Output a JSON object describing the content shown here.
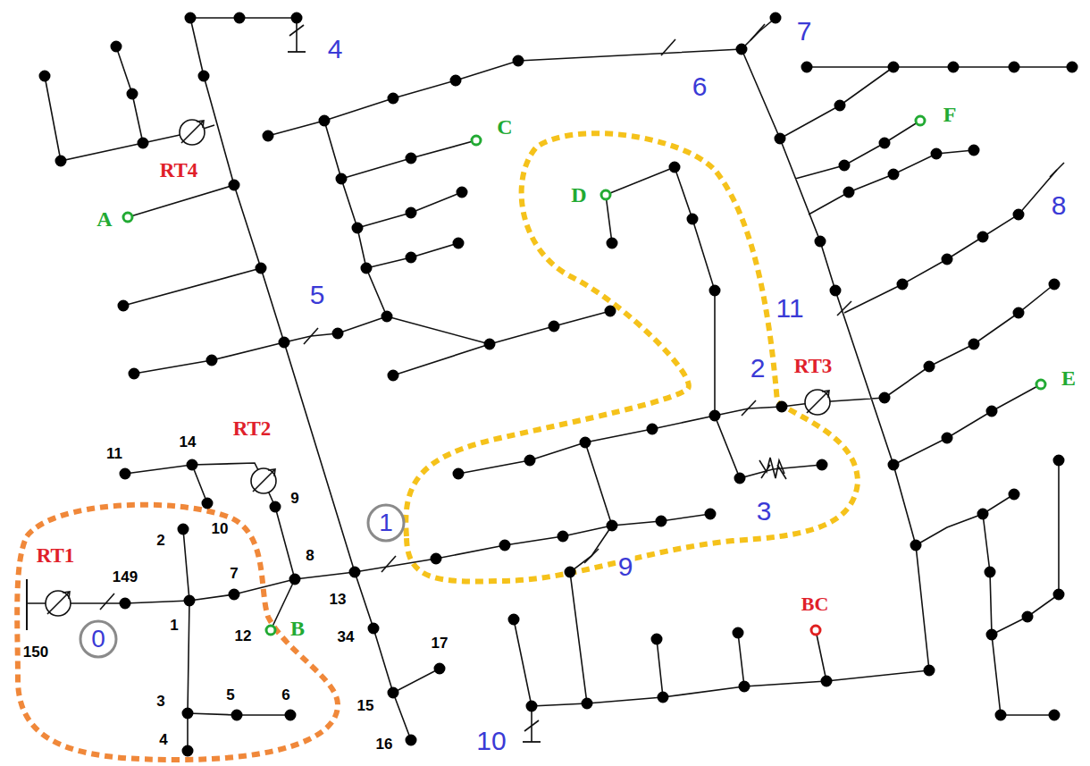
{
  "diagram": {
    "nodes": [
      {
        "text": [
          "0"
        ]
      },
      {
        "text": [
          "1"
        ]
      }
    ],
    "labels": [
      "RT1",
      "149",
      "150",
      "1",
      "2",
      "3",
      "4",
      "5",
      "6",
      "7",
      "12",
      "B",
      "10",
      "14",
      "11",
      "RT2",
      "9",
      "8",
      "13",
      "34",
      "15",
      "16",
      "17",
      "RT4",
      "A",
      "4",
      "5",
      "C",
      "6",
      "7",
      "D",
      "F",
      "8",
      "11",
      "2",
      "RT3",
      "E",
      "3",
      "9",
      "BC",
      "10"
    ]
  }
}
